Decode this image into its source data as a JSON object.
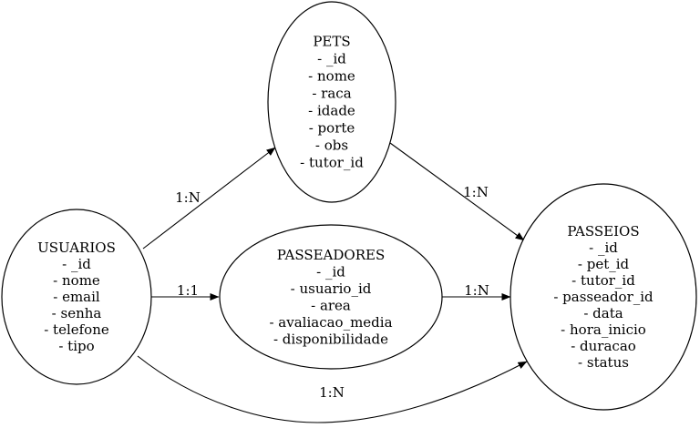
{
  "diagram": {
    "nodes": [
      {
        "id": "usuarios",
        "title": "USUARIOS",
        "fields": [
          "- _id",
          "- nome",
          "- email",
          "- senha",
          "- telefone",
          "- tipo"
        ]
      },
      {
        "id": "pets",
        "title": "PETS",
        "fields": [
          "- _id",
          "- nome",
          "- raca",
          "- idade",
          "- porte",
          "- obs",
          "- tutor_id"
        ]
      },
      {
        "id": "passeadores",
        "title": "PASSEADORES",
        "fields": [
          "- _id",
          "- usuario_id",
          "- area",
          "- avaliacao_media",
          "- disponibilidade"
        ]
      },
      {
        "id": "passeios",
        "title": "PASSEIOS",
        "fields": [
          "- _id",
          "- pet_id",
          "- tutor_id",
          "- passeador_id",
          "- data",
          "- hora_inicio",
          "- duracao",
          "- status"
        ]
      }
    ],
    "edges": [
      {
        "from": "usuarios",
        "to": "pets",
        "label": "1:N"
      },
      {
        "from": "usuarios",
        "to": "passeadores",
        "label": "1:1"
      },
      {
        "from": "usuarios",
        "to": "passeios",
        "label": "1:N"
      },
      {
        "from": "pets",
        "to": "passeios",
        "label": "1:N"
      },
      {
        "from": "passeadores",
        "to": "passeios",
        "label": "1:N"
      }
    ]
  }
}
